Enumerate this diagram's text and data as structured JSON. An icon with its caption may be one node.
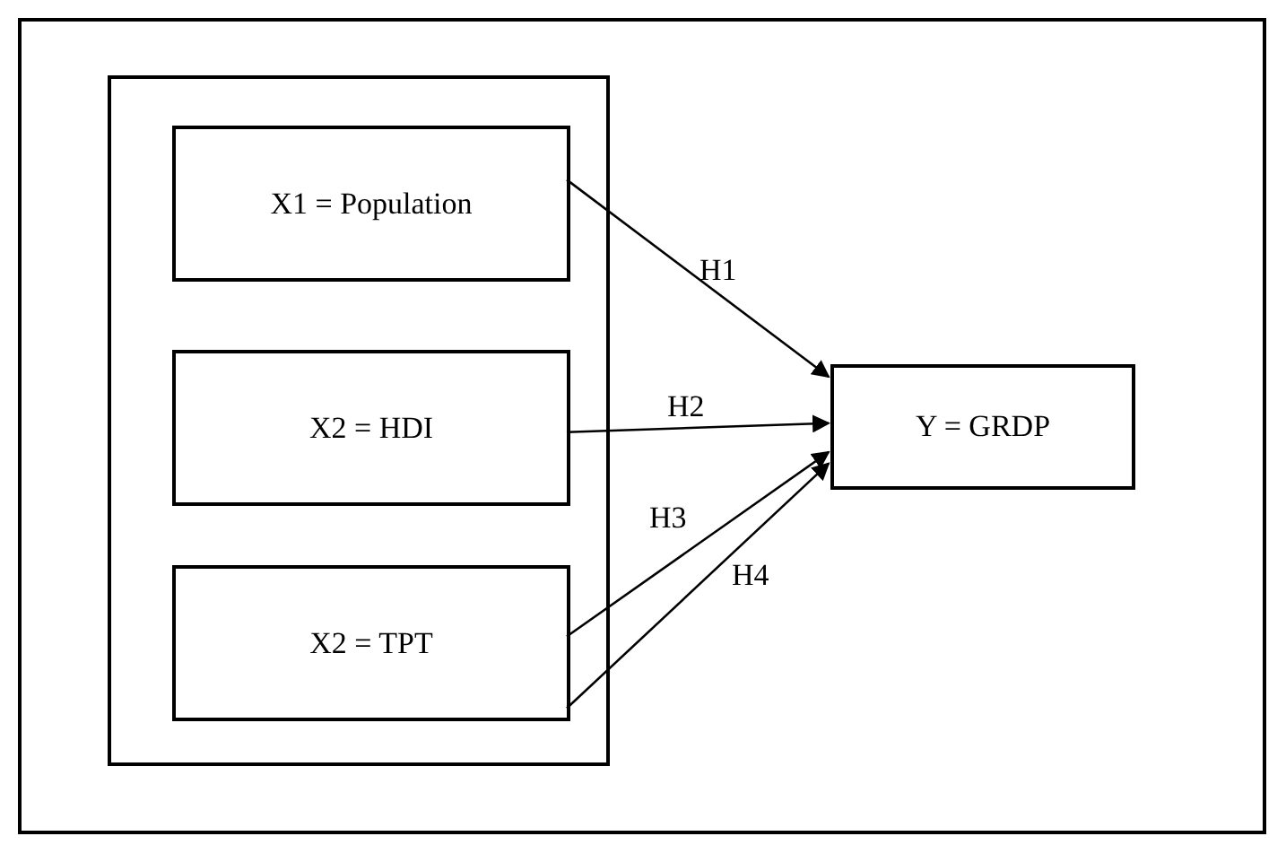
{
  "diagram": {
    "nodes": [
      {
        "text": [],
        "shape": "box"
      },
      {
        "text": [
          "X1 = Population"
        ],
        "in": 0
      },
      {
        "text": [
          "X2 = HDI"
        ],
        "in": 0
      },
      {
        "text": [
          "X2 = TPT"
        ],
        "in": 0
      },
      {
        "text": [
          "Y = GRDP"
        ]
      }
    ],
    "edges": [
      {
        "from": 1,
        "to": 4,
        "arrow": "to",
        "label": "H1"
      },
      {
        "from": 2,
        "to": 4,
        "arrow": "to",
        "label": "H2"
      },
      {
        "from": 3,
        "to": 4,
        "arrow": "to",
        "label": "H3"
      },
      {
        "from": 3,
        "to": 4,
        "arrow": "to",
        "label": "H4"
      }
    ]
  }
}
